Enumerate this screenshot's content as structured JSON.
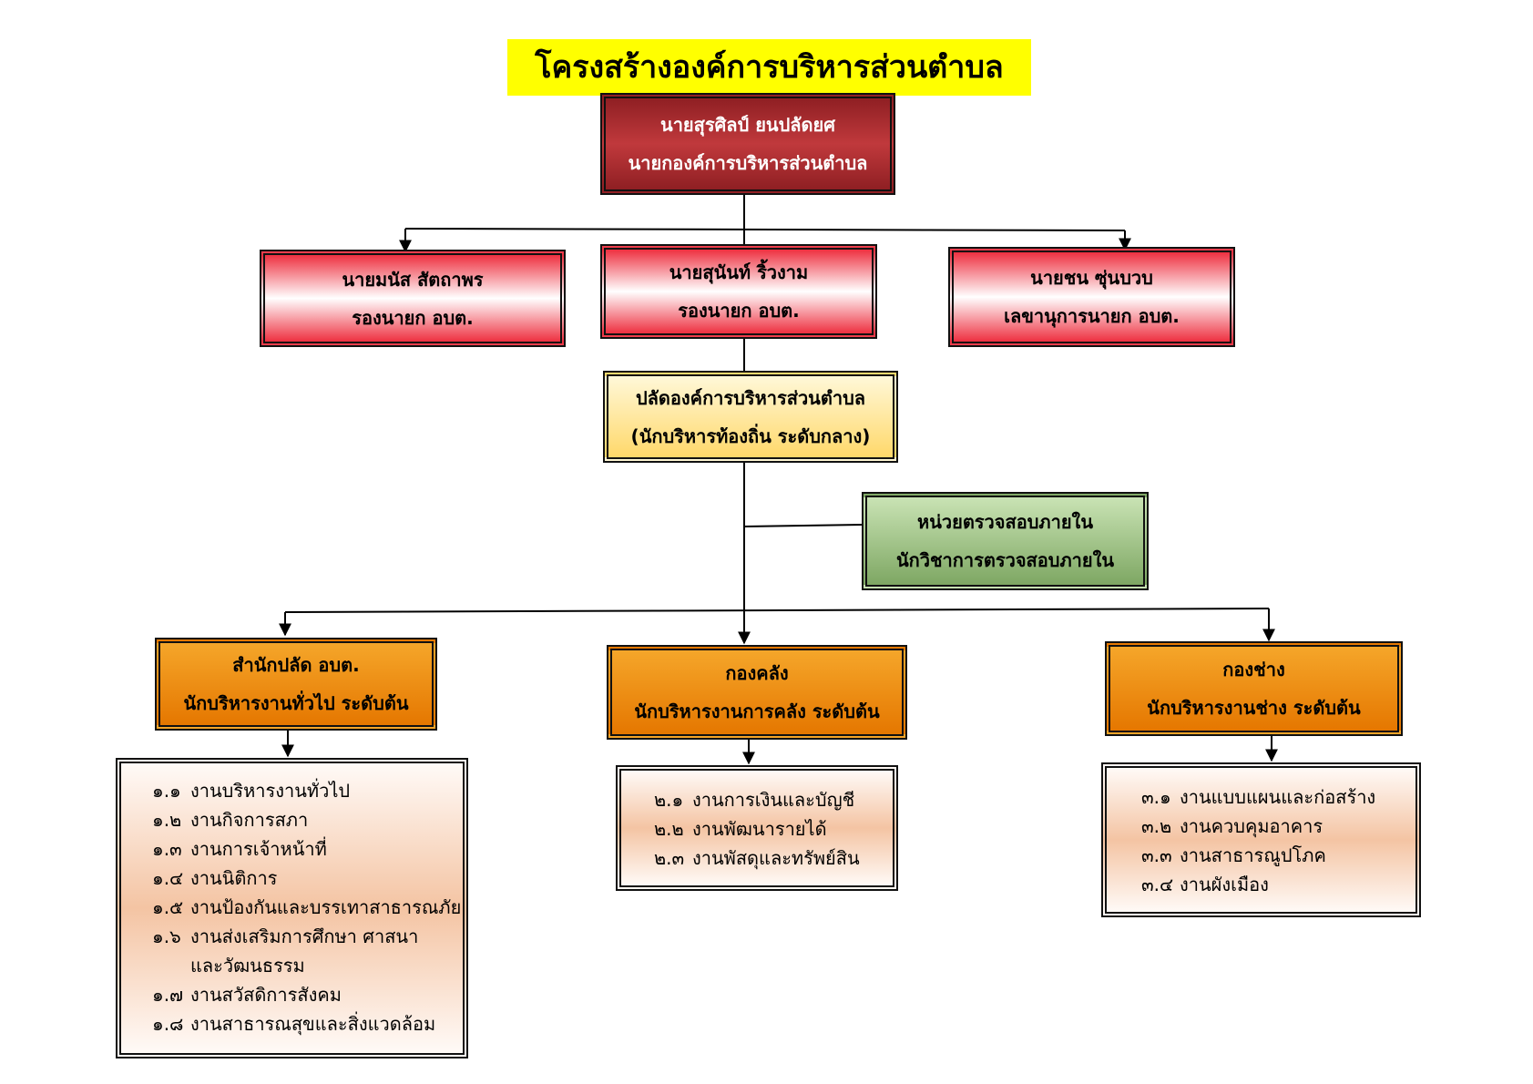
{
  "title": "โครงสร้างองค์การบริหารส่วนตำบลแสงอรุณ",
  "mayor": {
    "name": "นายสุรศิลป์  ยนปลัดยศ",
    "position": "นายกองค์การบริหารส่วนตำบล"
  },
  "deputies": [
    {
      "name": "นายมนัส  สัตถาพร",
      "position": "รองนายก อบต."
    },
    {
      "name": "นายสุนันท์  ริ้วงาม",
      "position": "รองนายก อบต."
    },
    {
      "name": "นายชน  ซุ่นบวบ",
      "position": "เลขานุการนายก อบต."
    }
  ],
  "clerk": {
    "name": "ปลัดองค์การบริหารส่วนตำบล",
    "position": "(นักบริหารท้องถิ่น ระดับกลาง)"
  },
  "audit": {
    "name": "หน่วยตรวจสอบภายใน",
    "position": "นักวิชาการตรวจสอบภายใน"
  },
  "divisions": [
    {
      "name": "สำนักปลัด อบต.",
      "position": "นักบริหารงานทั่วไป ระดับต้น",
      "tasks": [
        {
          "num": "๑.๑",
          "text": "งานบริหารงานทั่วไป"
        },
        {
          "num": "๑.๒",
          "text": "งานกิจการสภา"
        },
        {
          "num": "๑.๓",
          "text": "งานการเจ้าหน้าที่"
        },
        {
          "num": "๑.๔",
          "text": "งานนิติการ"
        },
        {
          "num": "๑.๕",
          "text": "งานป้องกันและบรรเทาสาธารณภัย"
        },
        {
          "num": "๑.๖",
          "text": "งานส่งเสริมการศึกษา ศาสนา"
        },
        {
          "num": "",
          "text": "และวัฒนธรรม"
        },
        {
          "num": "๑.๗",
          "text": "งานสวัสดิการสังคม"
        },
        {
          "num": "๑.๘",
          "text": "งานสาธารณสุขและสิ่งแวดล้อม"
        }
      ]
    },
    {
      "name": "กองคลัง",
      "position": "นักบริหารงานการคลัง ระดับต้น",
      "tasks": [
        {
          "num": "๒.๑",
          "text": "งานการเงินและบัญชี"
        },
        {
          "num": "๒.๒",
          "text": "งานพัฒนารายได้"
        },
        {
          "num": "๒.๓",
          "text": " งานพัสดุและทรัพย์สิน"
        }
      ]
    },
    {
      "name": "กองช่าง",
      "position": "นักบริหารงานช่าง ระดับต้น",
      "tasks": [
        {
          "num": "๓.๑",
          "text": "งานแบบแผนและก่อสร้าง"
        },
        {
          "num": "๓.๒",
          "text": "งานควบคุมอาคาร"
        },
        {
          "num": "๓.๓",
          "text": "งานสาธารณูปโภค"
        },
        {
          "num": "๓.๔",
          "text": "งานผังเมือง"
        }
      ]
    }
  ]
}
